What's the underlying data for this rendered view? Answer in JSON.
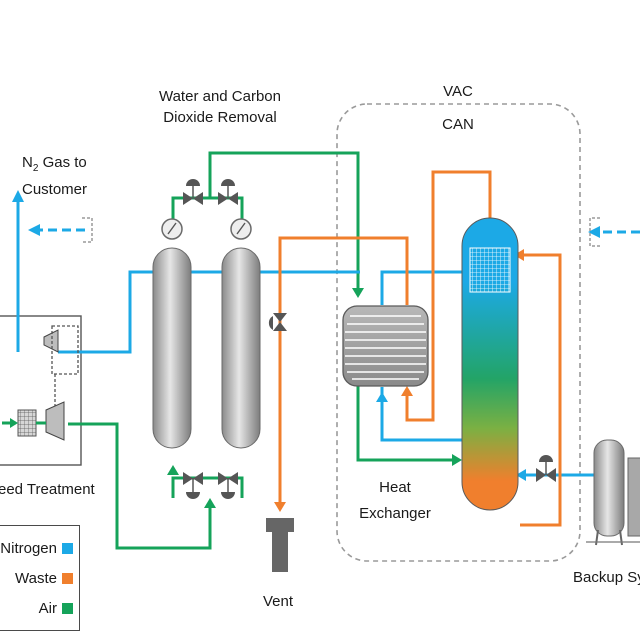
{
  "labels": {
    "water_co2_line1": "Water and Carbon",
    "water_co2_line2": "Dioxide Removal",
    "n2_line1_prefix": "N",
    "n2_line1_sub": "2",
    "n2_line1_suffix": " Gas to",
    "n2_line2": "Customer",
    "vac_line1": "VAC",
    "vac_line2": "CAN",
    "feed_treatment": "eed Treatment",
    "heat_exchanger_line1": "Heat",
    "heat_exchanger_line2": "Exchanger",
    "vent": "Vent",
    "backup": "Backup Sys"
  },
  "legend": {
    "items": [
      {
        "label": "Nitrogen",
        "color": "#1ca9e6"
      },
      {
        "label": "Waste",
        "color": "#f07f2d"
      },
      {
        "label": "Air",
        "color": "#15a35a"
      }
    ]
  },
  "colors": {
    "nitrogen": "#1ca9e6",
    "waste": "#f07f2d",
    "air": "#15a35a",
    "dashed": "#9a9a9a",
    "equipment": "#8c8c8c"
  }
}
